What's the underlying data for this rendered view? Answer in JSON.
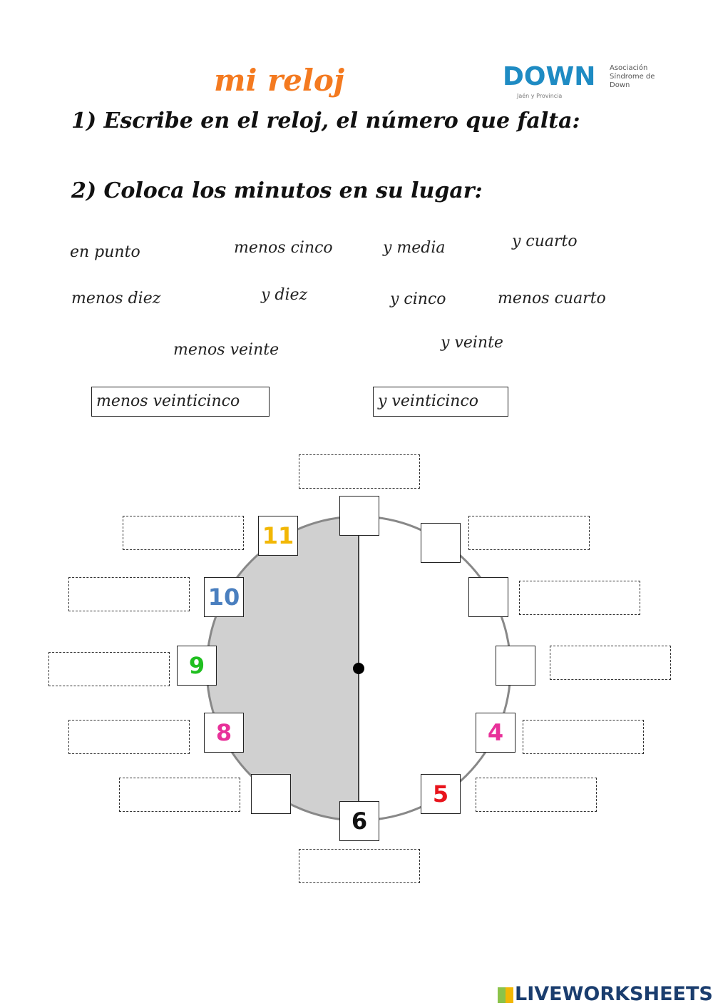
{
  "title": "mi reloj",
  "logo": {
    "brand": "DOWN",
    "text": "Asociación Síndrome de Down",
    "sub": "Jaén y Provincia"
  },
  "instructions": [
    "1) Escribe en el reloj, el número que falta:",
    "2) Coloca los minutos en su lugar:"
  ],
  "phrases": [
    "en punto",
    "menos cinco",
    "y media",
    "y cuarto",
    "menos diez",
    "y diez",
    "y cinco",
    "menos cuarto",
    "menos veinte",
    "y veinte"
  ],
  "boxed_phrases": [
    "menos veinticinco",
    "y veinticinco"
  ],
  "clock": {
    "numbers": [
      {
        "value": "",
        "color": "#000000"
      },
      {
        "value": "",
        "color": "#000000"
      },
      {
        "value": "",
        "color": "#000000"
      },
      {
        "value": "",
        "color": "#000000"
      },
      {
        "value": "4",
        "color": "#e8319a"
      },
      {
        "value": "5",
        "color": "#e8141c"
      },
      {
        "value": "6",
        "color": "#111111"
      },
      {
        "value": "",
        "color": "#000000"
      },
      {
        "value": "8",
        "color": "#e8319a"
      },
      {
        "value": "9",
        "color": "#1fbf1f"
      },
      {
        "value": "10",
        "color": "#4a7fbf"
      },
      {
        "value": "11",
        "color": "#f2b705"
      }
    ],
    "shaded_half": "left",
    "shade_color": "#d0d0d0"
  },
  "footer": {
    "brand": "LIVEWORKSHEETS"
  }
}
